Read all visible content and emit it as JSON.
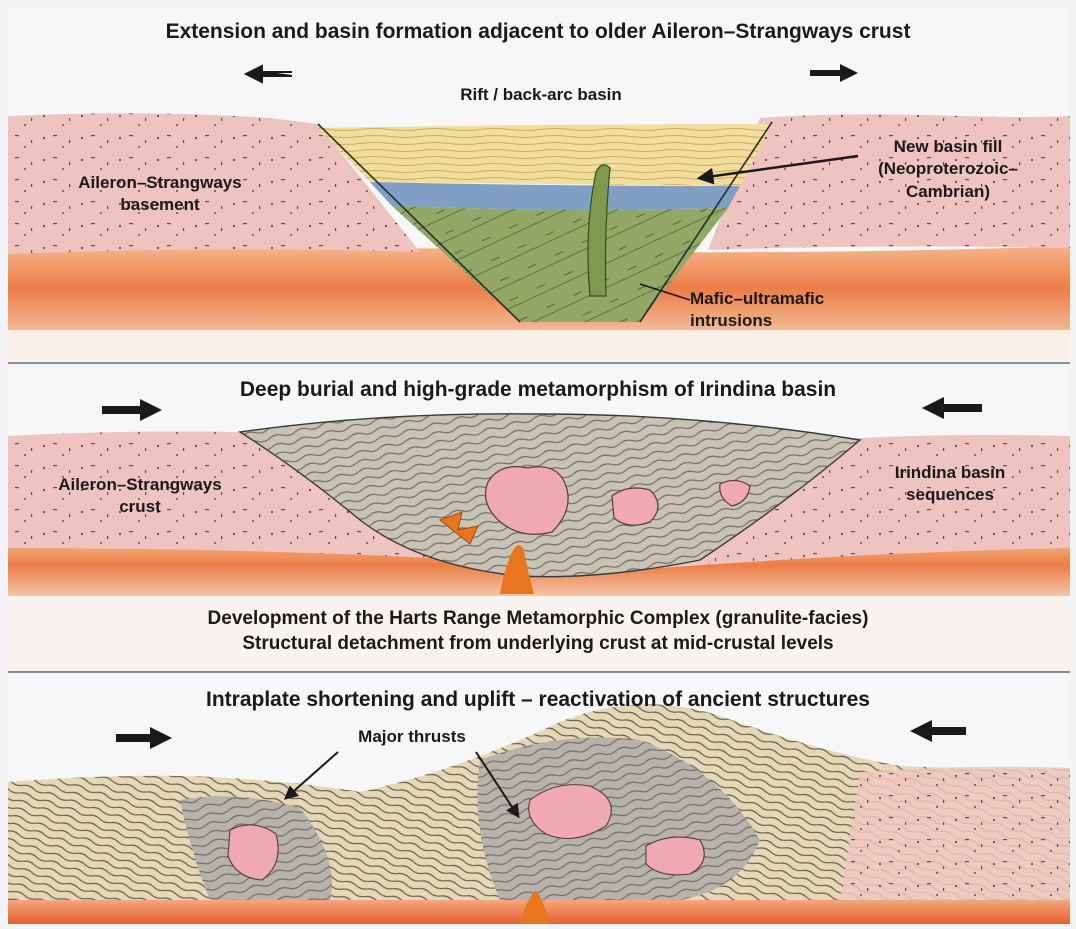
{
  "panels": [
    {
      "title": "Extension and basin formation adjacent to older Aileron–Strangways crust",
      "labels": {
        "basin": "Rift / back-arc basin",
        "basement": [
          "Aileron–Strangways",
          "basement"
        ],
        "fill": [
          "New basin fill",
          "(Neoproterozoic–",
          "Cambrian)"
        ],
        "intrusions": [
          "Mafic–ultramafic",
          "intrusions"
        ]
      },
      "motion": "extension"
    },
    {
      "title": "Deep burial and high-grade metamorphism of Irindina basin",
      "labels": {
        "crust": [
          "Aileron–Strangways",
          "crust"
        ],
        "sequences": [
          "Irindina basin",
          "sequences"
        ],
        "caption": [
          "Development of the Harts Range Metamorphic Complex (granulite-facies)",
          "Structural detachment from underlying crust at mid-crustal levels"
        ]
      },
      "motion": "convergence"
    },
    {
      "title": "Intraplate shortening and uplift – reactivation of ancient structures",
      "labels": {
        "thrusts": "Major thrusts"
      },
      "motion": "convergence"
    }
  ],
  "colors": {
    "basement": "#efc3bf",
    "lower_crust_top": "#f4a27a",
    "lower_crust_bottom": "#e0582c",
    "basin_fill": "#f2dd9c",
    "water_layer": "#7f9fc4",
    "mafic": "#93a866",
    "metamorphic": "#b2b0aa",
    "folded_sediment": "#e6d8b4",
    "granite": "#f0a9b2",
    "melt": "#e8761e",
    "ink": "#1a1a1a"
  },
  "icons": [
    "arrow-left-icon",
    "arrow-right-icon"
  ]
}
